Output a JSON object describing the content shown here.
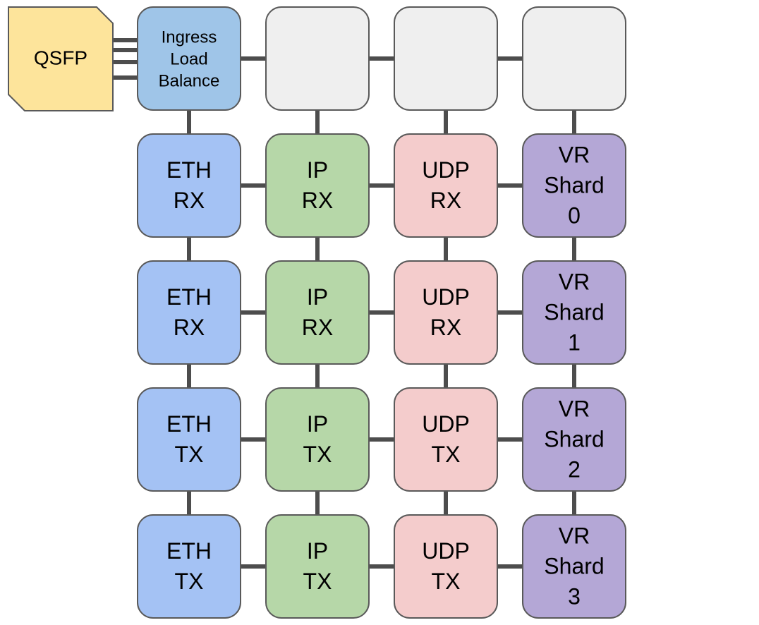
{
  "colors": {
    "qsfp": "#fde49b",
    "ingress": "#9fc5e8",
    "empty": "#efefef",
    "eth": "#a4c2f4",
    "ip": "#b6d7a8",
    "udp": "#f4cccc",
    "vr": "#b4a7d6",
    "wire": "#4d4d4d",
    "border": "#595959"
  },
  "qsfp": {
    "label": "QSFP"
  },
  "ingress": {
    "lines": [
      "Ingress",
      "Load",
      "Balance"
    ]
  },
  "grid": [
    [
      {
        "kind": "ingress"
      },
      {
        "kind": "empty",
        "lines": []
      },
      {
        "kind": "empty",
        "lines": []
      },
      {
        "kind": "empty",
        "lines": []
      }
    ],
    [
      {
        "kind": "eth",
        "lines": [
          "ETH",
          "RX"
        ]
      },
      {
        "kind": "ip",
        "lines": [
          "IP",
          "RX"
        ]
      },
      {
        "kind": "udp",
        "lines": [
          "UDP",
          "RX"
        ]
      },
      {
        "kind": "vr",
        "lines": [
          "VR",
          "Shard",
          "0"
        ]
      }
    ],
    [
      {
        "kind": "eth",
        "lines": [
          "ETH",
          "RX"
        ]
      },
      {
        "kind": "ip",
        "lines": [
          "IP",
          "RX"
        ]
      },
      {
        "kind": "udp",
        "lines": [
          "UDP",
          "RX"
        ]
      },
      {
        "kind": "vr",
        "lines": [
          "VR",
          "Shard",
          "1"
        ]
      }
    ],
    [
      {
        "kind": "eth",
        "lines": [
          "ETH",
          "TX"
        ]
      },
      {
        "kind": "ip",
        "lines": [
          "IP",
          "TX"
        ]
      },
      {
        "kind": "udp",
        "lines": [
          "UDP",
          "TX"
        ]
      },
      {
        "kind": "vr",
        "lines": [
          "VR",
          "Shard",
          "2"
        ]
      }
    ],
    [
      {
        "kind": "eth",
        "lines": [
          "ETH",
          "TX"
        ]
      },
      {
        "kind": "ip",
        "lines": [
          "IP",
          "TX"
        ]
      },
      {
        "kind": "udp",
        "lines": [
          "UDP",
          "TX"
        ]
      },
      {
        "kind": "vr",
        "lines": [
          "VR",
          "Shard",
          "3"
        ]
      }
    ]
  ]
}
